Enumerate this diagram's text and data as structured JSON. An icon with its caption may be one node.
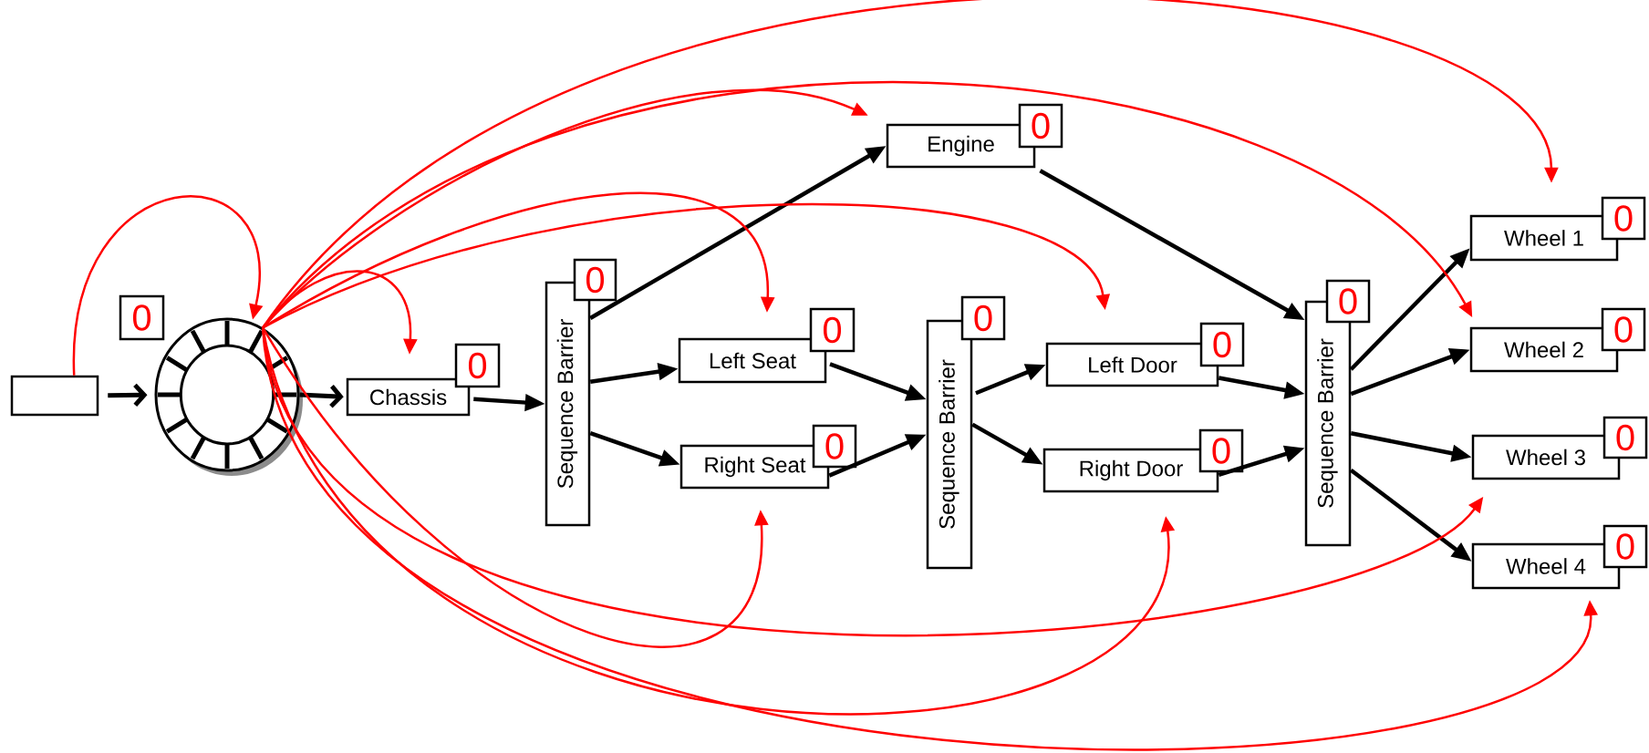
{
  "diagram": {
    "nodes": [
      {
        "text": [],
        "shape": "box"
      },
      {
        "text": [],
        "shape": "circle"
      },
      {
        "text": [
          "0"
        ]
      },
      {
        "text": [
          "Chassis"
        ]
      },
      {
        "text": [
          "0"
        ]
      },
      {
        "text": [
          "Sequence Barrier"
        ]
      },
      {
        "text": [
          "0"
        ]
      },
      {
        "text": [
          "Engine"
        ]
      },
      {
        "text": [
          "0"
        ]
      },
      {
        "text": [
          "Left Seat"
        ]
      },
      {
        "text": [
          "0"
        ]
      },
      {
        "text": [
          "Right Seat"
        ]
      },
      {
        "text": [
          "0"
        ]
      },
      {
        "text": [
          "Sequence Barrier"
        ]
      },
      {
        "text": [
          "0"
        ]
      },
      {
        "text": [
          "Left Door"
        ]
      },
      {
        "text": [
          "0"
        ]
      },
      {
        "text": [
          "Right Door"
        ]
      },
      {
        "text": [
          "0"
        ]
      },
      {
        "text": [
          "Sequence Barrier"
        ]
      },
      {
        "text": [
          "0"
        ]
      },
      {
        "text": [
          "Wheel 1"
        ]
      },
      {
        "text": [
          "0"
        ]
      },
      {
        "text": [
          "Wheel 2"
        ]
      },
      {
        "text": [
          "0"
        ]
      },
      {
        "text": [
          "Wheel 3"
        ]
      },
      {
        "text": [
          "0"
        ]
      },
      {
        "text": [
          "Wheel 4"
        ]
      },
      {
        "text": [
          "0"
        ]
      }
    ],
    "edges": [
      {
        "from": 0,
        "to": 1,
        "arrow": "to"
      },
      {
        "from": 1,
        "to": 3,
        "arrow": "to"
      },
      {
        "from": 3,
        "to": 5,
        "arrow": "to"
      },
      {
        "from": 5,
        "to": 7,
        "arrow": "to"
      },
      {
        "from": 5,
        "to": 9,
        "arrow": "to"
      },
      {
        "from": 5,
        "to": 11,
        "arrow": "to"
      },
      {
        "from": 9,
        "to": 13,
        "arrow": "to"
      },
      {
        "from": 11,
        "to": 13,
        "arrow": "to"
      },
      {
        "from": 13,
        "to": 15,
        "arrow": "to"
      },
      {
        "from": 13,
        "to": 17,
        "arrow": "to"
      },
      {
        "from": 7,
        "to": 19,
        "arrow": "to"
      },
      {
        "from": 15,
        "to": 19,
        "arrow": "to"
      },
      {
        "from": 17,
        "to": 19,
        "arrow": "to"
      },
      {
        "from": 19,
        "to": 21,
        "arrow": "to"
      },
      {
        "from": 19,
        "to": 23,
        "arrow": "to"
      },
      {
        "from": 19,
        "to": 25,
        "arrow": "to"
      },
      {
        "from": 19,
        "to": 27,
        "arrow": "to"
      },
      {
        "from": 0,
        "to": 1,
        "arrow": "to",
        "color": "#ff0000"
      },
      {
        "from": 1,
        "to": 3,
        "arrow": "to",
        "color": "#ff0000"
      },
      {
        "from": 1,
        "to": 7,
        "arrow": "to",
        "color": "#ff0000"
      },
      {
        "from": 1,
        "to": 9,
        "arrow": "to",
        "color": "#ff0000"
      },
      {
        "from": 1,
        "to": 15,
        "arrow": "to",
        "color": "#ff0000"
      },
      {
        "from": 1,
        "to": 21,
        "arrow": "to",
        "color": "#ff0000"
      },
      {
        "from": 1,
        "to": 23,
        "arrow": "to",
        "color": "#ff0000"
      },
      {
        "from": 1,
        "to": 11,
        "arrow": "to",
        "color": "#ff0000"
      },
      {
        "from": 1,
        "to": 17,
        "arrow": "to",
        "color": "#ff0000"
      },
      {
        "from": 1,
        "to": 25,
        "arrow": "to",
        "color": "#ff0000"
      },
      {
        "from": 1,
        "to": 27,
        "arrow": "to",
        "color": "#ff0000"
      }
    ]
  }
}
